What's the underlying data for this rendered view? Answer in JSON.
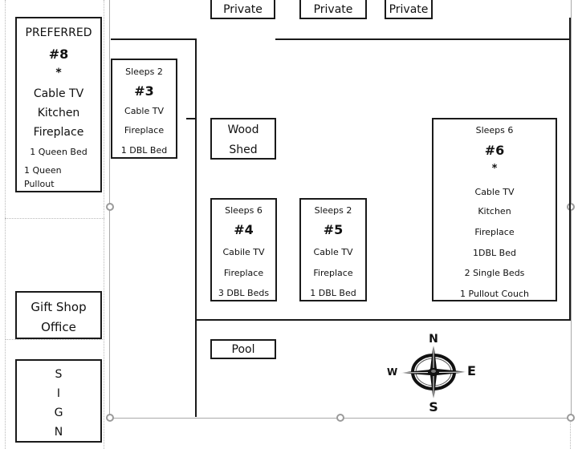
{
  "private_buildings": [
    "Private",
    "Private",
    "Private"
  ],
  "cabin8": {
    "preferred": "PREFERRED",
    "number": "#8",
    "star": "*",
    "amenities": [
      "Cable TV",
      "Kitchen",
      "Fireplace"
    ],
    "beds": [
      "1 Queen Bed",
      "1 Queen",
      "Pullout"
    ]
  },
  "cabin3": {
    "sleeps": "Sleeps 2",
    "number": "#3",
    "amenities": [
      "Cable TV",
      "Fireplace",
      "1 DBL Bed"
    ]
  },
  "wood_shed": [
    "Wood",
    "Shed"
  ],
  "cabin4": {
    "sleeps": "Sleeps 6",
    "number": "#4",
    "amenities": [
      "Cabile TV",
      "Fireplace",
      "3 DBL Beds"
    ]
  },
  "cabin5": {
    "sleeps": "Sleeps 2",
    "number": "#5",
    "amenities": [
      "Cable TV",
      "Fireplace",
      "1 DBL Bed"
    ]
  },
  "cabin6": {
    "sleeps": "Sleeps 6",
    "number": "#6",
    "star": "*",
    "amenities": [
      "Cable TV",
      "Kitchen",
      "Fireplace",
      "1DBL Bed",
      "2 Single Beds",
      "1 Pullout Couch"
    ]
  },
  "gift_shop": [
    "Gift Shop",
    "Office"
  ],
  "sign": [
    "S",
    "I",
    "G",
    "N"
  ],
  "pool": "Pool",
  "compass": {
    "n": "N",
    "s": "S",
    "e": "E",
    "w": "W"
  }
}
